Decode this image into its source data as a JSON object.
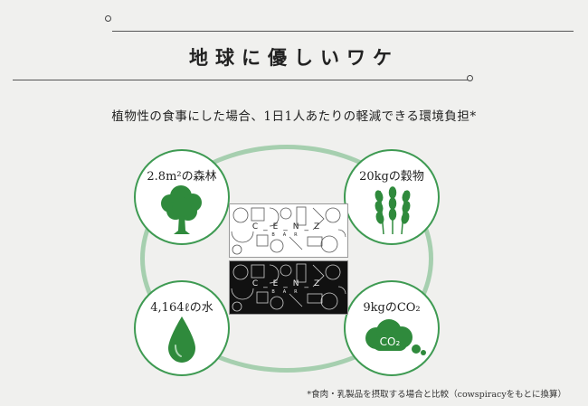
{
  "header": {
    "title": "地球に優しいワケ",
    "subtitle": "植物性の食事にした場合、1日1人あたりの軽減できる環境負担*"
  },
  "items": [
    {
      "label": "2.8m²の森林",
      "icon": "tree-icon"
    },
    {
      "label": "20kgの穀物",
      "icon": "wheat-icon"
    },
    {
      "label": "4,164ℓの水",
      "icon": "water-drop-icon"
    },
    {
      "label": "9kgのCO₂",
      "icon": "co2-cloud-icon",
      "icon_text": "CO₂"
    }
  ],
  "cards": [
    {
      "logo": "C_E_N_Z",
      "logo_sub": "BAR",
      "theme": "light"
    },
    {
      "logo": "C_E_N_Z",
      "logo_sub": "BAR",
      "theme": "dark"
    }
  ],
  "footnote": "*食肉・乳製品を摂取する場合と比較（cowspiracyをもとに換算）",
  "colors": {
    "accent_green": "#3e9a52",
    "icon_green": "#2f8a3c",
    "ring_green": "#8ec49a",
    "background": "#f0f0ee"
  }
}
